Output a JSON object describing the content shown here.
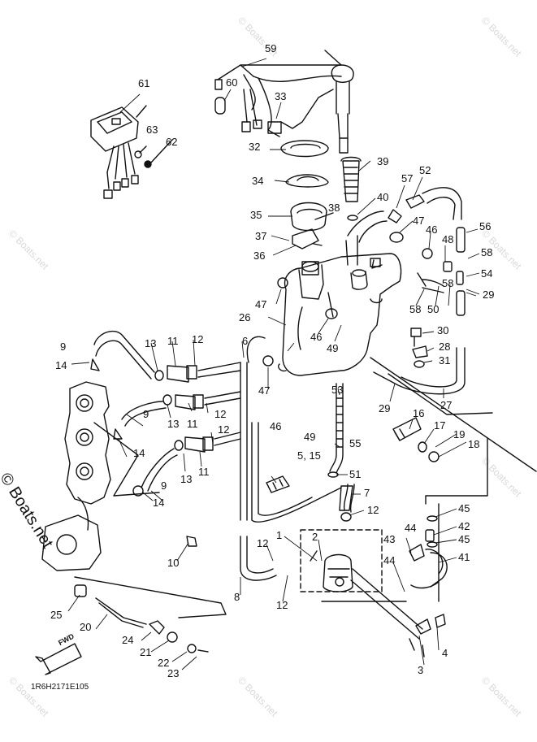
{
  "diagram": {
    "code": "1R6H2171E105",
    "direction_label": "FWD",
    "watermark": "© Boats.net",
    "callouts": {
      "c1": "1",
      "c2": "2",
      "c3": "3",
      "c4": "4",
      "c5_15": "5, 15",
      "c6": "6",
      "c7": "7",
      "c8": "8",
      "c9a": "9",
      "c9b": "9",
      "c9c": "9",
      "c10": "10",
      "c11a": "11",
      "c11b": "11",
      "c11c": "11",
      "c12a": "12",
      "c12b": "12",
      "c12c": "12",
      "c12d": "12",
      "c12e": "12",
      "c12f": "12",
      "c13a": "13",
      "c13b": "13",
      "c13c": "13",
      "c14a": "14",
      "c14b": "14",
      "c14c": "14",
      "c16": "16",
      "c17": "17",
      "c18": "18",
      "c19": "19",
      "c20": "20",
      "c21": "21",
      "c22": "22",
      "c23": "23",
      "c24": "24",
      "c25": "25",
      "c26": "26",
      "c27": "27",
      "c28": "28",
      "c29a": "29",
      "c29b": "29",
      "c30": "30",
      "c31": "31",
      "c32": "32",
      "c33": "33",
      "c34": "34",
      "c35": "35",
      "c36": "36",
      "c37": "37",
      "c38": "38",
      "c39": "39",
      "c40": "40",
      "c41": "41",
      "c42": "42",
      "c43": "43",
      "c44a": "44",
      "c44b": "44",
      "c45a": "45",
      "c45b": "45",
      "c46a": "46",
      "c46b": "46",
      "c46c": "46",
      "c47a": "47",
      "c47b": "47",
      "c47c": "47",
      "c48": "48",
      "c49a": "49",
      "c49b": "49",
      "c50": "50",
      "c51": "51",
      "c52": "52",
      "c53": "53",
      "c54": "54",
      "c55": "55",
      "c56": "56",
      "c57": "57",
      "c58a": "58",
      "c58b": "58",
      "c58c": "58",
      "c59": "59",
      "c60": "60",
      "c61": "61",
      "c62": "62",
      "c63": "63"
    }
  }
}
